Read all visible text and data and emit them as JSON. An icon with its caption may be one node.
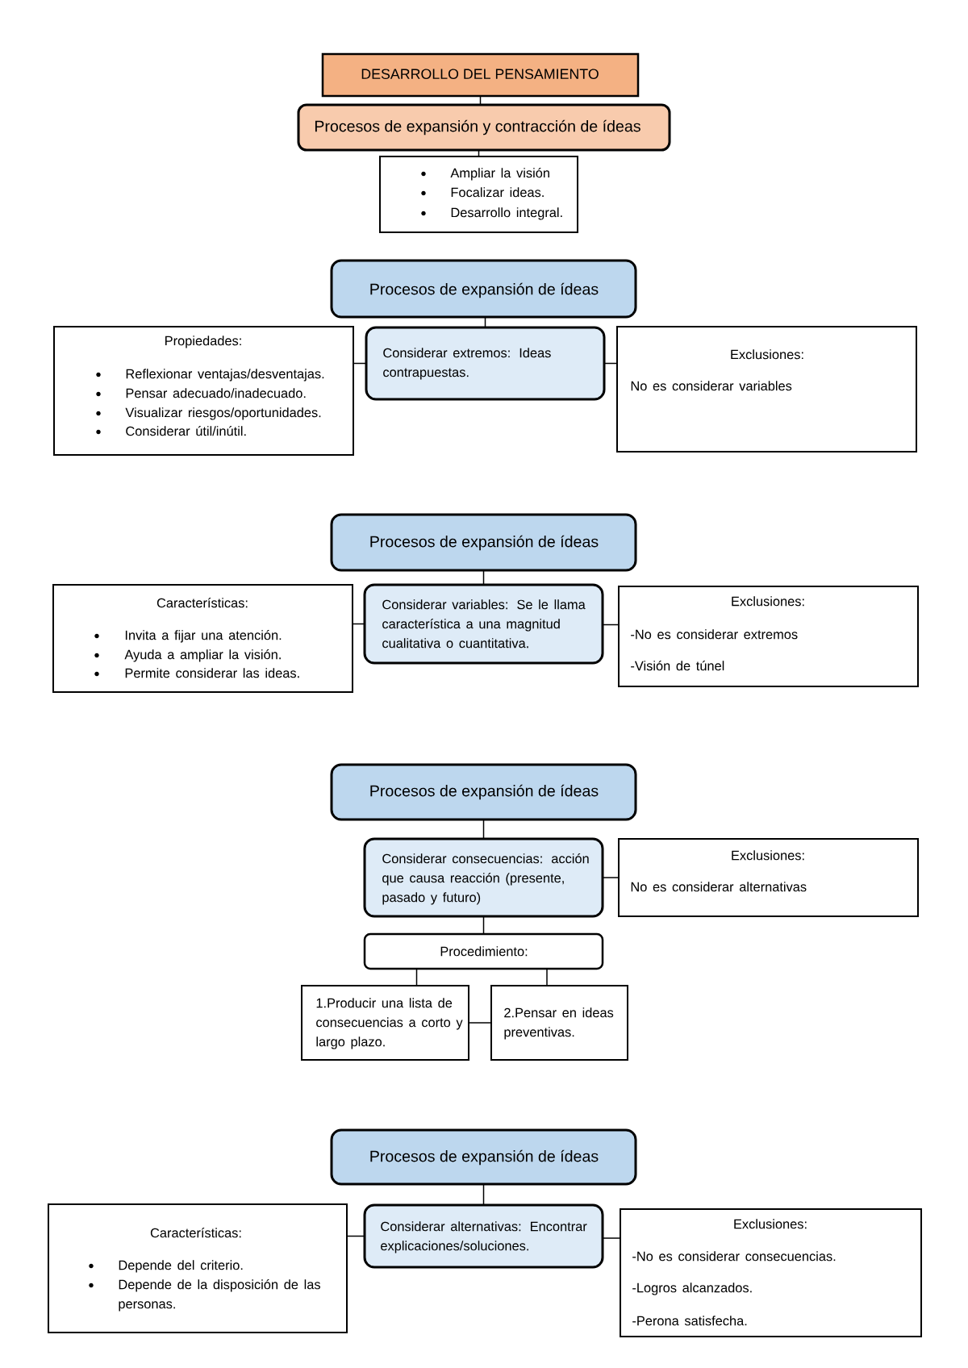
{
  "diagram": {
    "nodes": [
      {
        "text": [
          "DESARROLLO DEL PENSAMIENTO"
        ]
      },
      {
        "text": [
          "Procesos de expansión y contracción de ídeas"
        ]
      },
      {
        "text": [
          "Ampliar la visión",
          "Focalizar ideas.",
          "Desarrollo integral."
        ]
      },
      {
        "text": [
          "Procesos de expansión de ídeas"
        ]
      },
      {
        "text": [
          "Propiedades:",
          "Reflexionar ventajas/desventajas.",
          "Pensar adecuado/inadecuado.",
          "Visualizar riesgos/oportunidades.",
          "Considerar útil/inútil."
        ]
      },
      {
        "text": [
          "Considerar extremos: Ideas contrapuestas."
        ]
      },
      {
        "text": [
          "Exclusiones:",
          "No es considerar variables"
        ]
      },
      {
        "text": [
          "Procesos de expansión de ídeas"
        ]
      },
      {
        "text": [
          "Características:",
          "Invita a fijar una atención.",
          "Ayuda a ampliar la visión.",
          "Permite considerar las ideas."
        ]
      },
      {
        "text": [
          "Considerar variables: Se le llama característica a una magnitud cualitativa o cuantitativa."
        ]
      },
      {
        "text": [
          "Exclusiones:",
          "-No es considerar extremos",
          "-Visión de túnel"
        ]
      },
      {
        "text": [
          "Procesos de expansión de ídeas"
        ]
      },
      {
        "text": [
          "Considerar consecuencias: acción que causa reacción (presente, pasado y futuro)"
        ]
      },
      {
        "text": [
          "Exclusiones:",
          "No es considerar alternativas"
        ]
      },
      {
        "text": [
          "Procedimiento:"
        ]
      },
      {
        "text": [
          "1.Producir una lista de consecuencias a corto y largo plazo."
        ]
      },
      {
        "text": [
          "2.Pensar en ideas preventivas."
        ]
      },
      {
        "text": [
          "Procesos de expansión de ídeas"
        ]
      },
      {
        "text": [
          "Características:",
          "Depende del criterio.",
          "Depende de la disposición de las personas."
        ]
      },
      {
        "text": [
          "Considerar alternativas: Encontrar explicaciones/soluciones."
        ]
      },
      {
        "text": [
          "Exclusiones:",
          "-No es considerar consecuencias.",
          "-Logros alcanzados.",
          "-Perona satisfecha."
        ]
      }
    ],
    "edges": [
      {
        "from": 0,
        "to": 1,
        "arrow": "none"
      },
      {
        "from": 1,
        "to": 2,
        "arrow": "none"
      },
      {
        "from": 3,
        "to": 5,
        "arrow": "none"
      },
      {
        "from": 5,
        "to": 4,
        "arrow": "none"
      },
      {
        "from": 5,
        "to": 6,
        "arrow": "none"
      },
      {
        "from": 7,
        "to": 9,
        "arrow": "none"
      },
      {
        "from": 9,
        "to": 8,
        "arrow": "none"
      },
      {
        "from": 9,
        "to": 10,
        "arrow": "none"
      },
      {
        "from": 11,
        "to": 12,
        "arrow": "none"
      },
      {
        "from": 12,
        "to": 13,
        "arrow": "none"
      },
      {
        "from": 12,
        "to": 14,
        "arrow": "none"
      },
      {
        "from": 14,
        "to": 15,
        "arrow": "none"
      },
      {
        "from": 14,
        "to": 16,
        "arrow": "none"
      },
      {
        "from": 15,
        "to": 16,
        "arrow": "none"
      },
      {
        "from": 17,
        "to": 19,
        "arrow": "none"
      },
      {
        "from": 19,
        "to": 18,
        "arrow": "none"
      },
      {
        "from": 19,
        "to": 20,
        "arrow": "none"
      }
    ]
  }
}
